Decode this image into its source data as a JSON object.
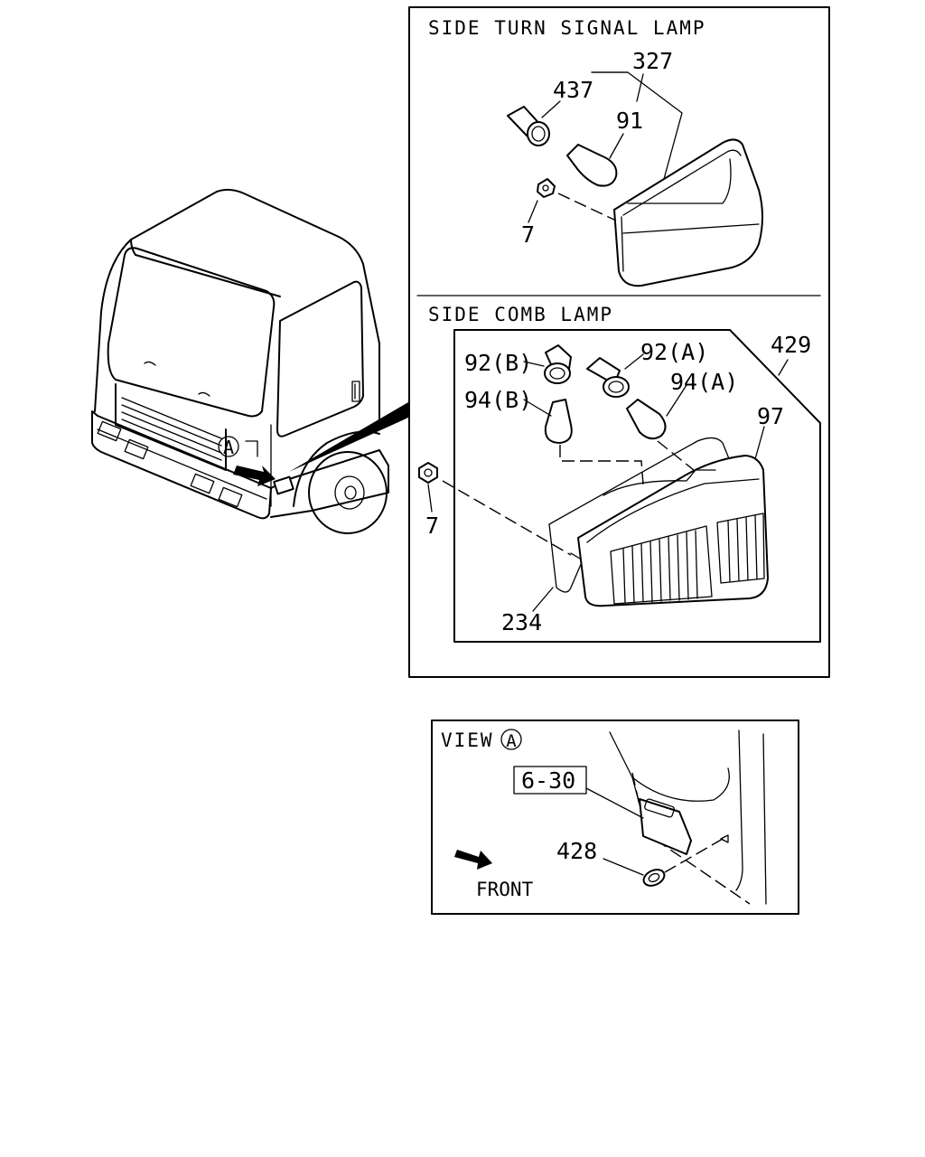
{
  "sections": {
    "turn_signal_title": "SIDE TURN SIGNAL LAMP",
    "comb_lamp_title": "SIDE COMB LAMP",
    "view_title": "VIEW",
    "view_marker": "A"
  },
  "callouts": {
    "turn": {
      "lamp": "327",
      "socket": "437",
      "bulb": "91",
      "nut": "7"
    },
    "comb": {
      "assembly": "429",
      "socket_b": "92(B)",
      "socket_a": "92(A)",
      "bulb_b": "94(B)",
      "bulb_a": "94(A)",
      "housing": "97",
      "nut": "7",
      "gasket": "234"
    },
    "view": {
      "ref_box": "6-30",
      "grommet": "428",
      "front_label": "FRONT"
    },
    "truck_marker": "A"
  }
}
